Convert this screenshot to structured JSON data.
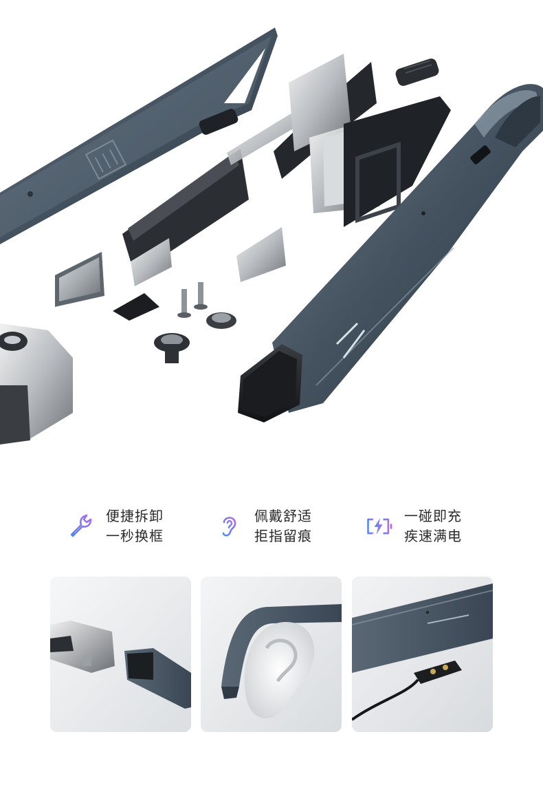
{
  "features": [
    {
      "icon": "wrench-icon",
      "line1": "便捷拆卸",
      "line2": "一秒换框"
    },
    {
      "icon": "ear-icon",
      "line1": "佩戴舒适",
      "line2": "拒指留痕"
    },
    {
      "icon": "fast-charge-battery-icon",
      "line1": "一碰即充",
      "line2": "疾速满电"
    }
  ],
  "colors": {
    "product_slate": "#3d4a57",
    "icon_gradient_start": "#4f8cf0",
    "icon_gradient_end": "#b06ae8",
    "card_background": "#eceef0"
  }
}
